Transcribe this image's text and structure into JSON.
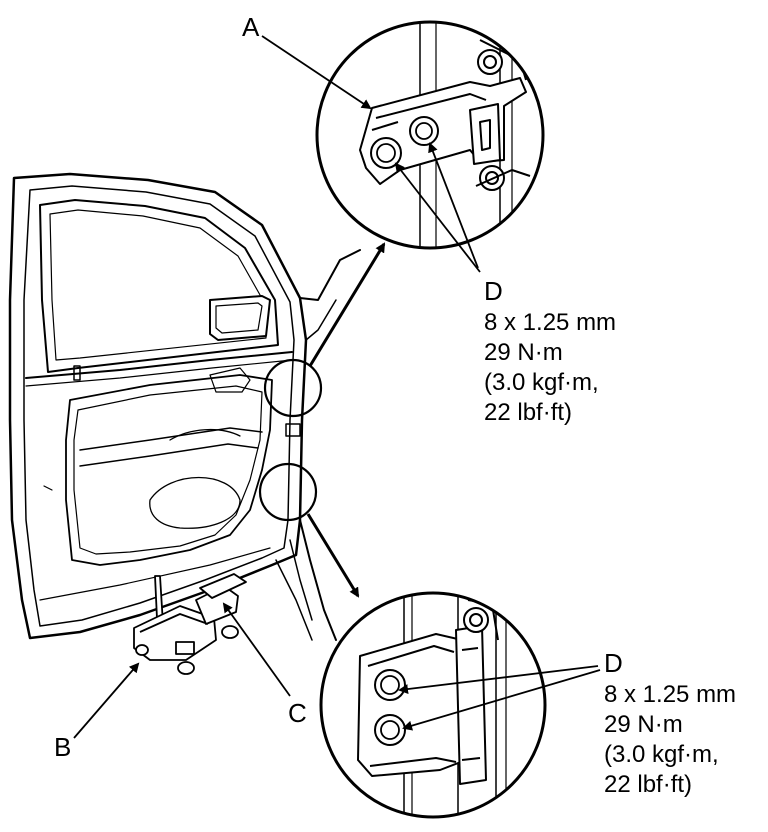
{
  "callouts": {
    "a": "A",
    "b": "B",
    "c": "C",
    "d_top": "D",
    "d_bottom": "D"
  },
  "spec_top": {
    "line1": "8 x 1.25 mm",
    "line2": "29 N·m",
    "line3": "(3.0 kgf·m,",
    "line4": "22 lbf·ft)"
  },
  "spec_bottom": {
    "line1": "8 x 1.25 mm",
    "line2": "29 N·m",
    "line3": "(3.0 kgf·m,",
    "line4": "22 lbf·ft)"
  }
}
